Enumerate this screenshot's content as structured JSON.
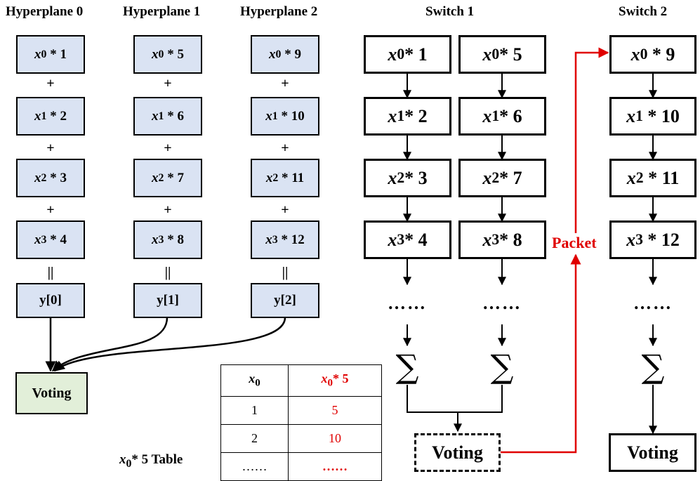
{
  "hyperplanes": [
    {
      "title": "Hyperplane 0",
      "terms": [
        "* 1",
        "* 2",
        "* 3",
        "* 4"
      ],
      "output": "y[0]"
    },
    {
      "title": "Hyperplane 1",
      "terms": [
        "* 5",
        "* 6",
        "* 7",
        "* 8"
      ],
      "output": "y[1]"
    },
    {
      "title": "Hyperplane 2",
      "terms": [
        "* 9",
        "* 10",
        "* 11",
        "* 12"
      ],
      "output": "y[2]"
    }
  ],
  "variables": [
    "x",
    "x",
    "x",
    "x"
  ],
  "subscripts": [
    "0",
    "1",
    "2",
    "3"
  ],
  "operators": {
    "plus": "+",
    "equals": "||"
  },
  "voting_label": "Voting",
  "switch1": {
    "title": "Switch 1",
    "col_a": [
      "* 1",
      "* 2",
      "* 3",
      "* 4"
    ],
    "col_b": [
      "* 5",
      "* 6",
      "* 7",
      "* 8"
    ],
    "dots": "……",
    "sigma": "∑",
    "voting_label": "Voting"
  },
  "switch2": {
    "title": "Switch 2",
    "terms": [
      "* 9",
      "* 10",
      "* 11",
      "* 12"
    ],
    "dots": "……",
    "sigma": "∑",
    "voting_label": "Voting"
  },
  "packet_label": "Packet",
  "table": {
    "caption_suffix": "* 5 Table",
    "header_suffix": "* 5",
    "rows": [
      [
        "1",
        "5"
      ],
      [
        "2",
        "10"
      ],
      [
        "……",
        "……"
      ]
    ]
  },
  "colors": {
    "hyperplane_fill": "#dae3f3",
    "voting_fill": "#e2efd9",
    "packet_red": "#e00000"
  }
}
